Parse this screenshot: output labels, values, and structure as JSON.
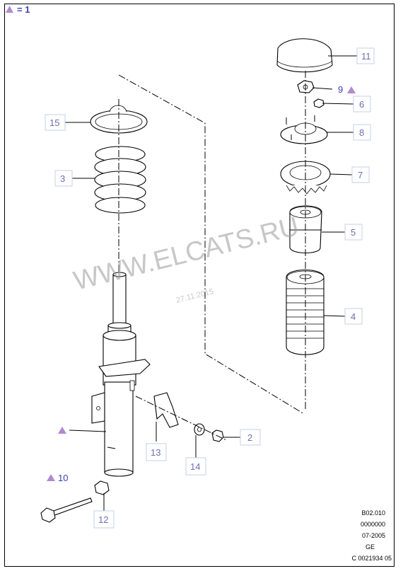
{
  "legend": {
    "marker": "triangle-icon",
    "text": "= 1"
  },
  "callouts": {
    "c11": "11",
    "c9": "9",
    "c6": "6",
    "c8": "8",
    "c7": "7",
    "c5": "5",
    "c4": "4",
    "c15": "15",
    "c3": "3",
    "c2": "2",
    "c13": "13",
    "c14": "14",
    "c10": "10",
    "c12": "12"
  },
  "watermark": {
    "text": "WWW.ELCATS.RU",
    "date": "27.11.2015"
  },
  "codes": [
    "B02.010",
    "0000000",
    "07-2005",
    "GE",
    "C 0021934 05"
  ],
  "colors": {
    "label": "#6a6fb0",
    "marker": "#b08ad0",
    "legend": "#3a3fb0"
  }
}
